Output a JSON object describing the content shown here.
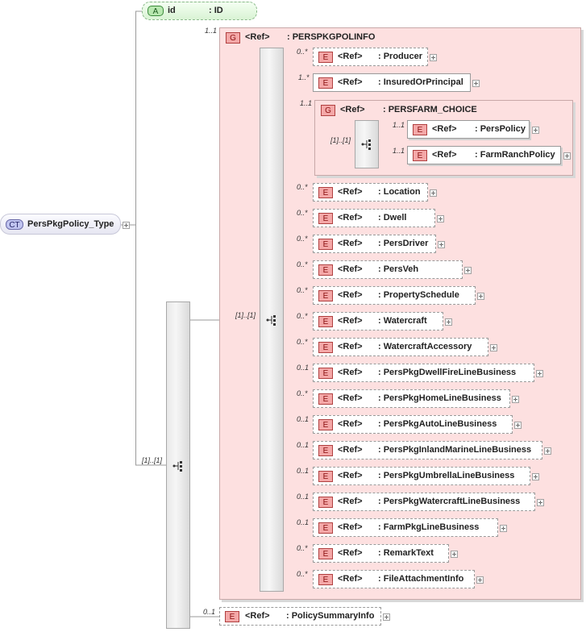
{
  "complex_type": {
    "badge": "CT",
    "name": "PersPkgPolicy_Type"
  },
  "attribute": {
    "badge": "A",
    "name": "id",
    "type": ": ID"
  },
  "outer_sequence": {
    "cardinality": "[1]..[1]"
  },
  "group": {
    "badge": "G",
    "ref": "<Ref>",
    "name": ": PERSPKGPOLINFO",
    "cardinality": "1..1"
  },
  "inner_sequence": {
    "cardinality": "[1]..[1]"
  },
  "elements": [
    {
      "badge": "E",
      "ref": "<Ref>",
      "name": ": Producer",
      "cardinality": "0..*"
    },
    {
      "badge": "E",
      "ref": "<Ref>",
      "name": ": InsuredOrPrincipal",
      "cardinality": "1..*"
    }
  ],
  "choice_group": {
    "badge": "G",
    "ref": "<Ref>",
    "name": ": PERSFARM_CHOICE",
    "cardinality": "1..1",
    "choice_cardinality": "[1]..[1]",
    "elements": [
      {
        "badge": "E",
        "ref": "<Ref>",
        "name": ": PersPolicy",
        "cardinality": "1..1"
      },
      {
        "badge": "E",
        "ref": "<Ref>",
        "name": ": FarmRanchPolicy",
        "cardinality": "1..1"
      }
    ]
  },
  "elements_rest": [
    {
      "badge": "E",
      "ref": "<Ref>",
      "name": ": Location",
      "cardinality": "0..*"
    },
    {
      "badge": "E",
      "ref": "<Ref>",
      "name": ": Dwell",
      "cardinality": "0..*"
    },
    {
      "badge": "E",
      "ref": "<Ref>",
      "name": ": PersDriver",
      "cardinality": "0..*"
    },
    {
      "badge": "E",
      "ref": "<Ref>",
      "name": ": PersVeh",
      "cardinality": "0..*"
    },
    {
      "badge": "E",
      "ref": "<Ref>",
      "name": ": PropertySchedule",
      "cardinality": "0..*"
    },
    {
      "badge": "E",
      "ref": "<Ref>",
      "name": ": Watercraft",
      "cardinality": "0..*"
    },
    {
      "badge": "E",
      "ref": "<Ref>",
      "name": ": WatercraftAccessory",
      "cardinality": "0..*"
    },
    {
      "badge": "E",
      "ref": "<Ref>",
      "name": ": PersPkgDwellFireLineBusiness",
      "cardinality": "0..1"
    },
    {
      "badge": "E",
      "ref": "<Ref>",
      "name": ": PersPkgHomeLineBusiness",
      "cardinality": "0..*"
    },
    {
      "badge": "E",
      "ref": "<Ref>",
      "name": ": PersPkgAutoLineBusiness",
      "cardinality": "0..1"
    },
    {
      "badge": "E",
      "ref": "<Ref>",
      "name": ": PersPkgInlandMarineLineBusiness",
      "cardinality": "0..1"
    },
    {
      "badge": "E",
      "ref": "<Ref>",
      "name": ": PersPkgUmbrellaLineBusiness",
      "cardinality": "0..1"
    },
    {
      "badge": "E",
      "ref": "<Ref>",
      "name": ": PersPkgWatercraftLineBusiness",
      "cardinality": "0..1"
    },
    {
      "badge": "E",
      "ref": "<Ref>",
      "name": ": FarmPkgLineBusiness",
      "cardinality": "0..1"
    },
    {
      "badge": "E",
      "ref": "<Ref>",
      "name": ": RemarkText",
      "cardinality": "0..*"
    },
    {
      "badge": "E",
      "ref": "<Ref>",
      "name": ": FileAttachmentInfo",
      "cardinality": "0..*"
    }
  ],
  "summary_element": {
    "badge": "E",
    "ref": "<Ref>",
    "name": ": PolicySummaryInfo",
    "cardinality": "0..1"
  }
}
